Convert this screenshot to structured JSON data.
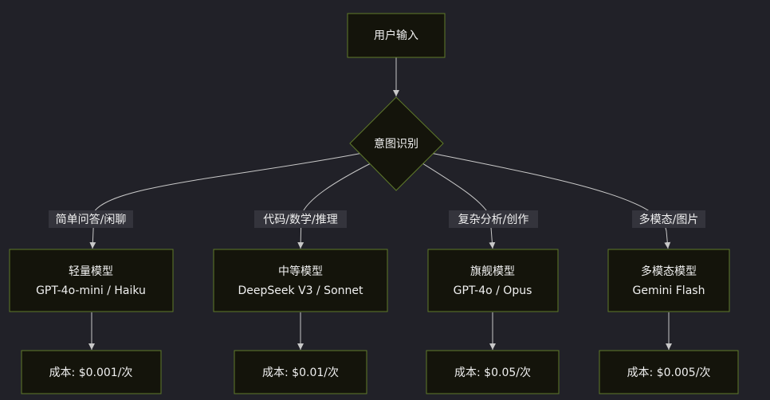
{
  "colors": {
    "background": "#212128",
    "node_fill": "#14140b",
    "node_stroke": "#5f7a2a",
    "edge": "#c8c8c8",
    "text": "#f0f0f0",
    "label_bg": "#34343c"
  },
  "nodes": {
    "input": {
      "label": "用户输入"
    },
    "intent": {
      "label": "意图识别"
    },
    "light": {
      "title": "轻量模型",
      "subtitle": "GPT-4o-mini / Haiku"
    },
    "mid": {
      "title": "中等模型",
      "subtitle": "DeepSeek V3 / Sonnet"
    },
    "flagship": {
      "title": "旗舰模型",
      "subtitle": "GPT-4o / Opus"
    },
    "multimodal": {
      "title": "多模态模型",
      "subtitle": "Gemini Flash"
    },
    "cost_light": {
      "label": "成本: $0.001/次"
    },
    "cost_mid": {
      "label": "成本: $0.01/次"
    },
    "cost_flagship": {
      "label": "成本: $0.05/次"
    },
    "cost_multimodal": {
      "label": "成本: $0.005/次"
    }
  },
  "edge_labels": {
    "light": "简单问答/闲聊",
    "mid": "代码/数学/推理",
    "flagship": "复杂分析/创作",
    "multimodal": "多模态/图片"
  }
}
